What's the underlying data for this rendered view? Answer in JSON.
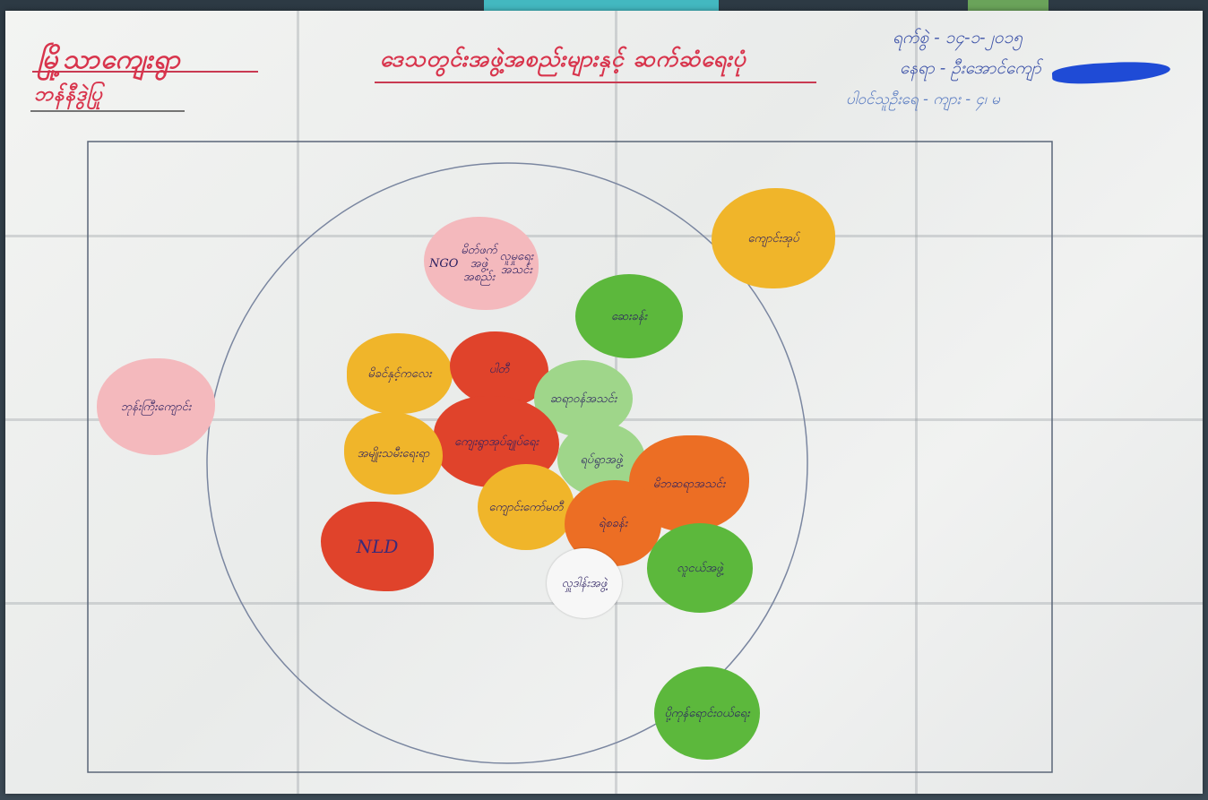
{
  "colors": {
    "yellow": "#f0b52a",
    "red": "#e0432b",
    "orange": "#ec6e24",
    "green": "#5cb83c",
    "light_green": "#9fd68a",
    "pink": "#f4b9bd",
    "white": "#f7f7f7",
    "title_ink": "#d8344c",
    "meta_ink": "#3c52a8"
  },
  "header": {
    "left_title": "မြို့သာကျေးရွာ",
    "left_subtitle": "ဘန်နီဒွဲပြု",
    "center_title": "ဒေသတွင်းအဖွဲ့အစည်းများနှင့် ဆက်ဆံရေးပုံ"
  },
  "meta": {
    "date": "ရက်စွဲ - ၁၄-၁-၂၀၁၅",
    "place": "နေရာ - ဦးအောင်ကျော်",
    "participants": "ပါဝင်သူဦးရေ - ကျား - ၄၊ မ"
  },
  "stickers": [
    {
      "id": "pink-top",
      "color": "pink",
      "lines": [
        "NGO",
        "မိတ်ဖက်အဖွဲ့အစည်း",
        "လူမှုရေးအသင်း"
      ]
    },
    {
      "id": "orange-top-right",
      "color": "yellow",
      "lines": [
        "ကျောင်းအုပ်"
      ]
    },
    {
      "id": "green-upper",
      "color": "green",
      "lines": [
        "ဆေးခန်း"
      ]
    },
    {
      "id": "pink-left",
      "color": "pink",
      "lines": [
        "ဘုန်းကြီး",
        "ကျောင်း"
      ]
    },
    {
      "id": "yellow-1",
      "color": "yellow",
      "lines": [
        "မိခင်နှင့်",
        "ကလေး"
      ]
    },
    {
      "id": "red-1",
      "color": "red",
      "lines": [
        "ပါတီ"
      ]
    },
    {
      "id": "lightgreen-1",
      "color": "light_green",
      "lines": [
        "ဆရာဝန်",
        "အသင်း"
      ]
    },
    {
      "id": "red-2",
      "color": "red",
      "lines": [
        "ကျေးရွာ",
        "အုပ်ချုပ်ရေး"
      ]
    },
    {
      "id": "yellow-2",
      "color": "yellow",
      "lines": [
        "အမျိုးသမီး",
        "ရေးရာ"
      ]
    },
    {
      "id": "lightgreen-2",
      "color": "light_green",
      "lines": [
        "ရပ်ရွာ",
        "အဖွဲ့"
      ]
    },
    {
      "id": "orange-1",
      "color": "orange",
      "lines": [
        "မိဘဆရာ",
        "အသင်း"
      ]
    },
    {
      "id": "yellow-3",
      "color": "yellow",
      "lines": [
        "ကျောင်း",
        "ကော်မတီ"
      ]
    },
    {
      "id": "orange-2",
      "color": "orange",
      "lines": [
        "ရဲစခန်း"
      ]
    },
    {
      "id": "red-3",
      "color": "red",
      "lines": [
        "NLD"
      ]
    },
    {
      "id": "green-lower",
      "color": "green",
      "lines": [
        "လူငယ်",
        "အဖွဲ့"
      ]
    },
    {
      "id": "white-1",
      "color": "white",
      "lines": [
        "လှူဒါန်း",
        "အဖွဲ့"
      ]
    },
    {
      "id": "green-bottom",
      "color": "green",
      "lines": [
        "ပို့ကုန်",
        "ရောင်းဝယ်ရေး"
      ]
    }
  ]
}
